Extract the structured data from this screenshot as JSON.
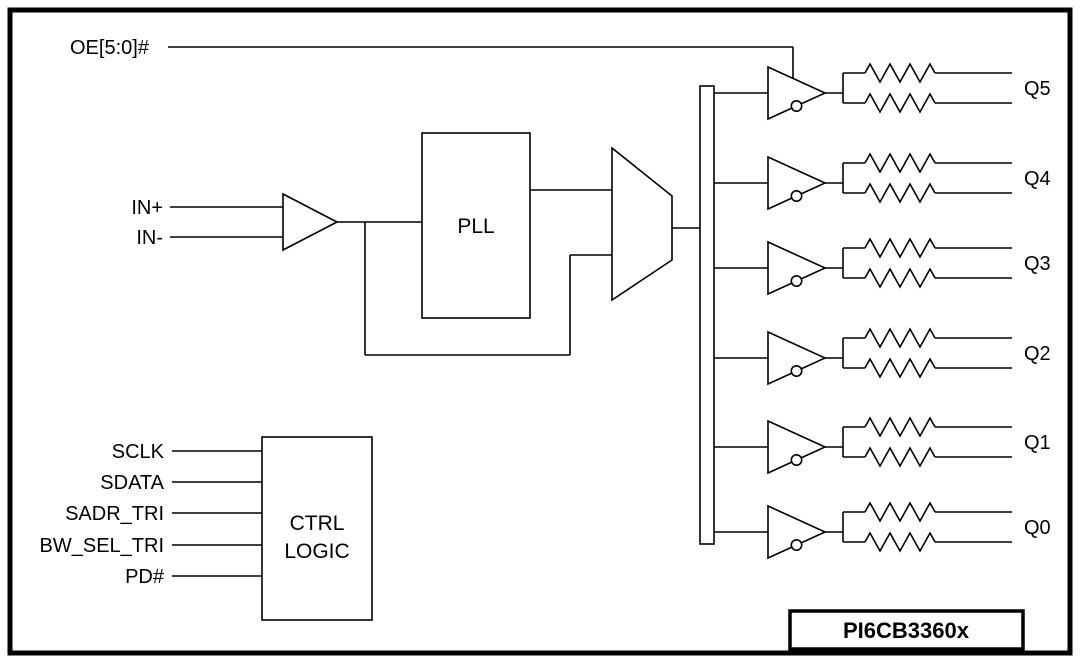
{
  "diagram": {
    "oe_label": "OE[5:0]#",
    "in_plus_label": "IN+",
    "in_minus_label": "IN-",
    "pll_label": "PLL",
    "ctrl_logic": {
      "line1": "CTRL",
      "line2": "LOGIC",
      "inputs": [
        "SCLK",
        "SDATA",
        "SADR_TRI",
        "BW_SEL_TRI",
        "PD#"
      ]
    },
    "outputs": [
      "Q5",
      "Q4",
      "Q3",
      "Q2",
      "Q1",
      "Q0"
    ],
    "part_number": "PI6CB3360x",
    "colors": {
      "line": "#000000",
      "background": "#ffffff"
    }
  }
}
